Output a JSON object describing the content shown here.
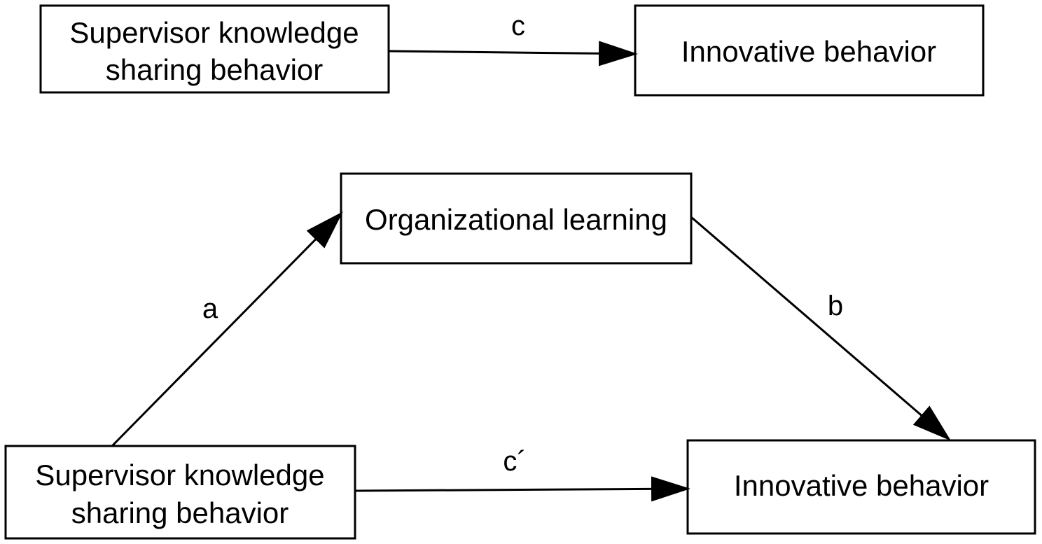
{
  "panel_top": {
    "source_node": {
      "line1": "Supervisor knowledge",
      "line2": "sharing behavior"
    },
    "target_node": {
      "label": "Innovative behavior"
    },
    "path_c_label": "c"
  },
  "panel_bottom": {
    "mediator_node": {
      "label": "Organizational learning"
    },
    "source_node": {
      "line1": "Supervisor knowledge",
      "line2": "sharing behavior"
    },
    "target_node": {
      "label": "Innovative behavior"
    },
    "path_a_label": "a",
    "path_b_label": "b",
    "path_c_prime_label": "c´"
  },
  "colors": {
    "stroke": "#000000",
    "background": "#ffffff"
  }
}
